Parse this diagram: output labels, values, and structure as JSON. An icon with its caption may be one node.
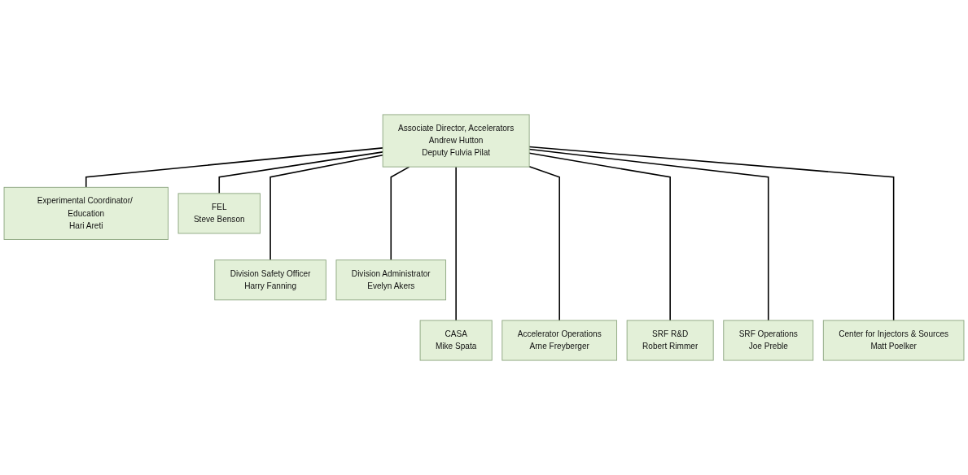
{
  "diagram": {
    "nodes": [
      {
        "text": [
          "Associate Director, Accelerators",
          "Andrew Hutton",
          "Deputy Fulvia Pilat"
        ]
      },
      {
        "text": [
          "Experimental Coordinator/ Education",
          "Hari Areti"
        ]
      },
      {
        "text": [
          "FEL",
          "Steve Benson"
        ]
      },
      {
        "text": [
          "Division Safety Officer",
          "Harry Fanning"
        ]
      },
      {
        "text": [
          "Division Administrator",
          "Evelyn Akers"
        ]
      },
      {
        "text": [
          "CASA",
          "Mike Spata"
        ]
      },
      {
        "text": [
          "Accelerator Operations",
          "Arne Freyberger"
        ]
      },
      {
        "text": [
          "SRF R&D",
          "Robert Rimmer"
        ]
      },
      {
        "text": [
          "SRF Operations",
          "Joe Preble"
        ]
      },
      {
        "text": [
          "Center for Injectors & Sources",
          "Matt Poelker"
        ]
      }
    ],
    "edges": [
      {
        "from": 0,
        "to": 1,
        "arrow": "none"
      },
      {
        "from": 0,
        "to": 2,
        "arrow": "none"
      },
      {
        "from": 0,
        "to": 3,
        "arrow": "none"
      },
      {
        "from": 0,
        "to": 4,
        "arrow": "none"
      },
      {
        "from": 0,
        "to": 5,
        "arrow": "none"
      },
      {
        "from": 0,
        "to": 6,
        "arrow": "none"
      },
      {
        "from": 0,
        "to": 7,
        "arrow": "none"
      },
      {
        "from": 0,
        "to": 8,
        "arrow": "none"
      },
      {
        "from": 0,
        "to": 9,
        "arrow": "none"
      }
    ]
  }
}
